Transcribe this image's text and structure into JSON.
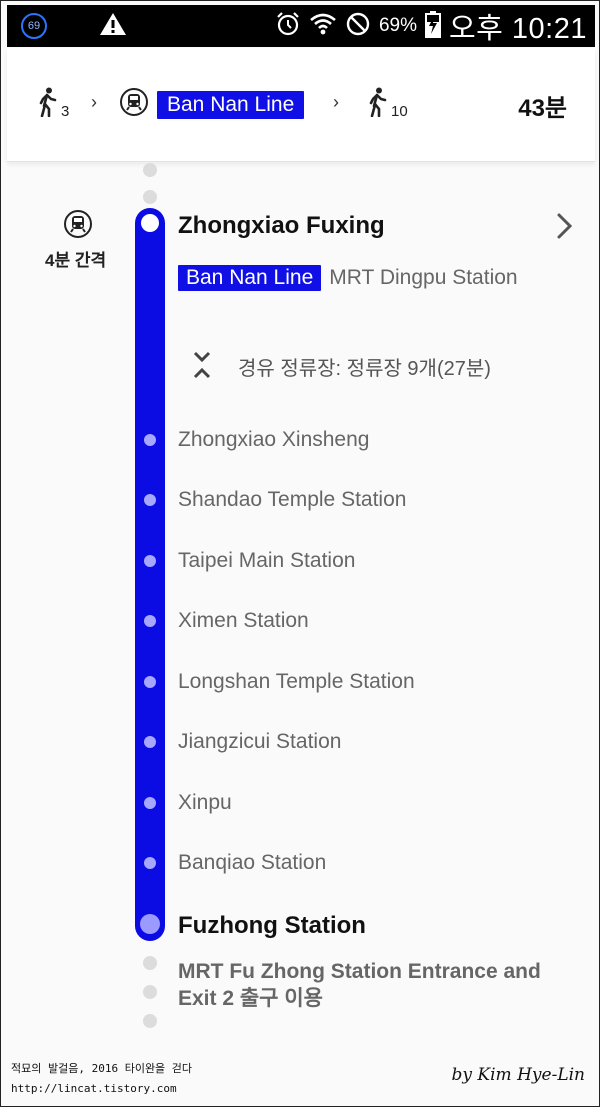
{
  "status_bar": {
    "badge": "69",
    "battery_percent": "69%",
    "time": "오후 10:21"
  },
  "summary": {
    "walk_start_minutes": "3",
    "line_name": "Ban Nan Line",
    "walk_end_minutes": "10",
    "total_time": "43분"
  },
  "route": {
    "headway": "4분 간격",
    "boarding_station": "Zhongxiao Fuxing",
    "line_name": "Ban Nan Line",
    "platform": "MRT Dingpu Station",
    "via_summary": "경유 정류장: 정류장 9개(27분)",
    "intermediate_stops": [
      "Zhongxiao Xinsheng",
      "Shandao Temple Station",
      "Taipei Main Station",
      "Ximen Station",
      "Longshan Temple Station",
      "Jiangzicui Station",
      "Xinpu",
      "Banqiao Station"
    ],
    "alighting_station": "Fuzhong Station",
    "exit_info": "MRT Fu Zhong Station Entrance and Exit 2 출구 이용"
  },
  "watermark": {
    "left_line1": "적묘의 발걸음, 2016 타이완을 걷다",
    "left_line2": "http://lincat.tistory.com",
    "right": "by Kim Hye-Lin"
  },
  "colors": {
    "line": "#0b0be3",
    "pill": "#1010e6",
    "stop_dot": "#a7a7ff"
  }
}
